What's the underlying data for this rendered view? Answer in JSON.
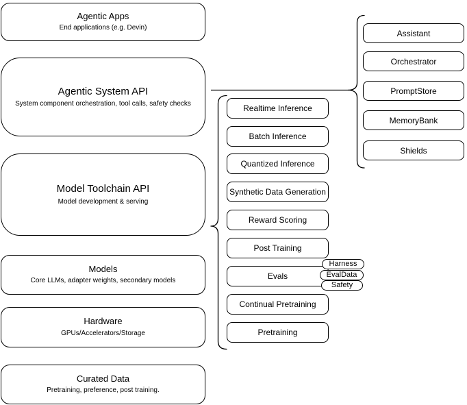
{
  "diagram": {
    "colors": {
      "stroke": "#000000",
      "fill": "#ffffff",
      "text": "#000000"
    },
    "stack": [
      {
        "title": "Agentic Apps",
        "subtitle": "End applications (e.g. Devin)"
      },
      {
        "title": "Agentic System API",
        "subtitle": "System component orchestration, tool calls, safety checks"
      },
      {
        "title": "Model Toolchain API",
        "subtitle": "Model development & serving"
      },
      {
        "title": "Models",
        "subtitle": "Core LLMs, adapter weights, secondary models"
      },
      {
        "title": "Hardware",
        "subtitle": "GPUs/Accelerators/Storage"
      },
      {
        "title": "Curated Data",
        "subtitle": "Pretraining, preference, post training."
      }
    ],
    "toolchain_services": [
      "Realtime Inference",
      "Batch Inference",
      "Quantized Inference",
      "Synthetic Data Generation",
      "Reward Scoring",
      "Post Training",
      "Evals",
      "Continual Pretraining",
      "Pretraining"
    ],
    "eval_tags": [
      "Harness",
      "EvalData",
      "Safety"
    ],
    "system_components": [
      "Assistant",
      "Orchestrator",
      "PromptStore",
      "MemoryBank",
      "Shields"
    ]
  }
}
